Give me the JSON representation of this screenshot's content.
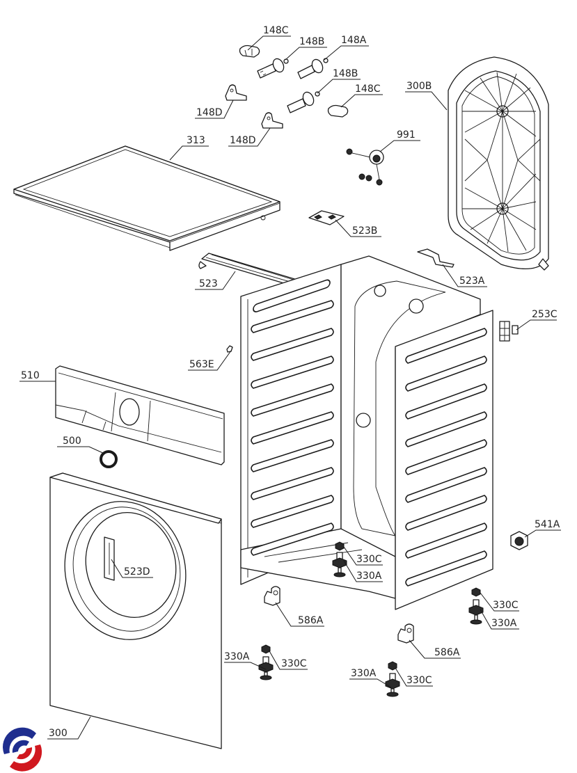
{
  "diagram": {
    "title": "Washing machine cabinet exploded parts view",
    "labels": {
      "p148C_a": "148C",
      "p148B_a": "148B",
      "p148A": "148A",
      "p148B_b": "148B",
      "p148C_b": "148C",
      "p148D_a": "148D",
      "p148D_b": "148D",
      "p313": "313",
      "p991": "991",
      "p300B": "300B",
      "p523B": "523B",
      "p523": "523",
      "p523A": "523A",
      "p253C": "253C",
      "p563E": "563E",
      "p510": "510",
      "p500": "500",
      "p541A": "541A",
      "p523D": "523D",
      "p330C_a": "330C",
      "p330A_a": "330A",
      "p586A_a": "586A",
      "p330C_b": "330C",
      "p330A_b": "330A",
      "p330A_c": "330A",
      "p330C_c": "330C",
      "p586A_b": "586A",
      "p330A_d": "330A",
      "p330C_d": "330C",
      "p300": "300"
    },
    "logo": {
      "name": "brand-logo",
      "colors": {
        "blue": "#1f2e8f",
        "red": "#d0181f"
      }
    }
  }
}
